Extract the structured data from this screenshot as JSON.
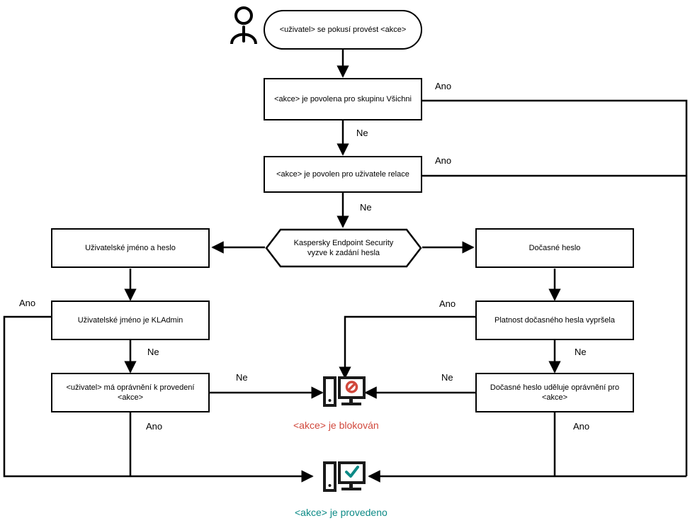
{
  "diagram": {
    "title": "Kaspersky Endpoint Security password permission flow",
    "language": "cs",
    "colors": {
      "line": "#000000",
      "box_border": "#000000",
      "background": "#ffffff",
      "blocked_text": "#D1483C",
      "blocked_icon": "#D1483C",
      "done_text": "#0C8A86",
      "done_icon": "#0C8A86",
      "device_icon": "#1A1A1A"
    },
    "actor": {
      "icon": "user-person-icon",
      "name": "actor"
    },
    "nodes": [
      {
        "id": "start",
        "shape": "stadium",
        "text": "<uživatel> se pokusí provést <akce>"
      },
      {
        "id": "allowed_all",
        "shape": "rect",
        "text": "<akce> je povolena pro skupinu Všichni"
      },
      {
        "id": "allowed_session",
        "shape": "rect",
        "text": "<akce> je povolen pro uživatele relace"
      },
      {
        "id": "prompt",
        "shape": "hexagon",
        "text": "Kaspersky Endpoint Security vyzve k zadání hesla"
      },
      {
        "id": "user_pass",
        "shape": "rect",
        "text": "Uživatelské jméno a heslo"
      },
      {
        "id": "temp_pass",
        "shape": "rect",
        "text": "Dočasné heslo"
      },
      {
        "id": "is_kladmin",
        "shape": "rect",
        "text": "Uživatelské jméno je KLAdmin"
      },
      {
        "id": "temp_expired",
        "shape": "rect",
        "text": "Platnost dočasného hesla vypršela"
      },
      {
        "id": "has_right",
        "shape": "rect",
        "text": "<uživatel> má oprávnění k provedení <akce>"
      },
      {
        "id": "temp_grants",
        "shape": "rect",
        "text": "Dočasné heslo uděluje oprávnění pro <akce>"
      }
    ],
    "terminals": [
      {
        "id": "blocked",
        "icon": "monitor-blocked-icon",
        "text": "<akce> je blokován"
      },
      {
        "id": "done",
        "icon": "monitor-check-icon",
        "text": "<akce> je provedeno"
      }
    ],
    "edge_labels": [
      {
        "id": "e1",
        "text": "Ano"
      },
      {
        "id": "e2",
        "text": "Ne"
      },
      {
        "id": "e3",
        "text": "Ano"
      },
      {
        "id": "e4",
        "text": "Ne"
      },
      {
        "id": "e5",
        "text": "Ano"
      },
      {
        "id": "e6",
        "text": "Ano"
      },
      {
        "id": "e7",
        "text": "Ne"
      },
      {
        "id": "e8",
        "text": "Ne"
      },
      {
        "id": "e9",
        "text": "Ne"
      },
      {
        "id": "e10",
        "text": "Ne"
      },
      {
        "id": "e11",
        "text": "Ano"
      },
      {
        "id": "e12",
        "text": "Ano"
      }
    ]
  }
}
